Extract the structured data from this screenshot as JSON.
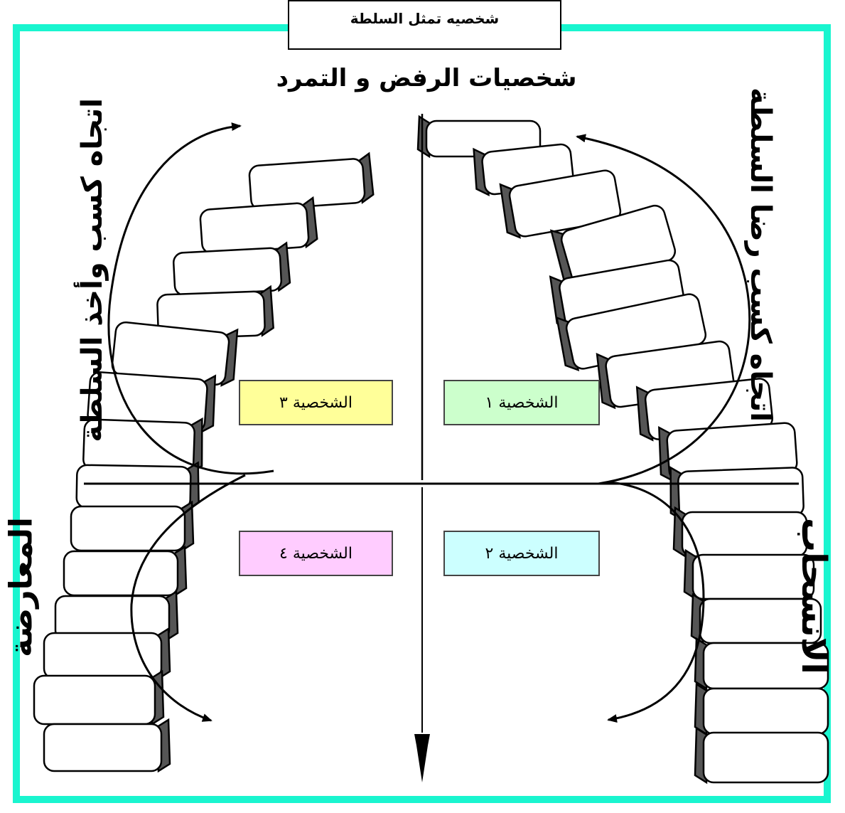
{
  "header": {
    "authority_label": "شخصيه تمثل السلطة"
  },
  "rebel_title": "شخصيات الرفض و التمرد",
  "side_labels": {
    "left_upper": "اتجاه كسب وأخذ السلطة",
    "left_lower": "المعارضة",
    "right_upper": "اتجاه كسب رضا السلطة",
    "right_lower": "الانسحاب"
  },
  "personalities": [
    {
      "id": 1,
      "label": "الشخصية ١",
      "color": "#ccffcc"
    },
    {
      "id": 2,
      "label": "الشخصية ٢",
      "color": "#ccffff"
    },
    {
      "id": 3,
      "label": "الشخصية ٣",
      "color": "#ffff99"
    },
    {
      "id": 4,
      "label": "الشخصية ٤",
      "color": "#ffccff"
    }
  ],
  "colors": {
    "frame": "#19f5cf"
  }
}
